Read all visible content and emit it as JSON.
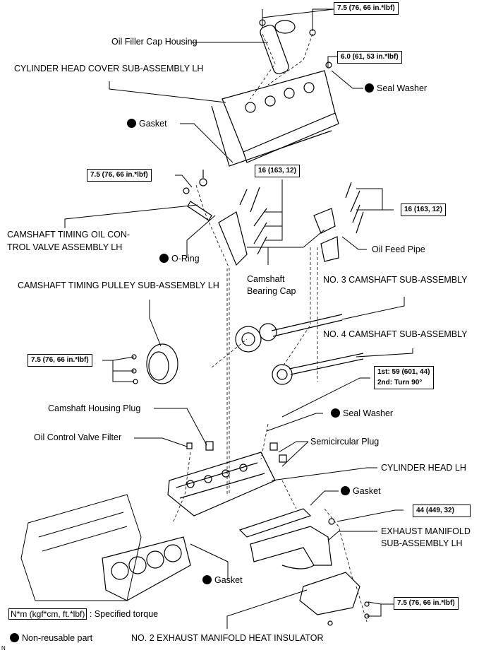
{
  "diagram": {
    "title": "Cylinder Head LH exploded view",
    "labels": {
      "oil_filler_cap_housing": "Oil Filler Cap Housing",
      "cylinder_head_cover": "CYLINDER HEAD COVER SUB-ASSEMBLY LH",
      "gasket_cover": "Gasket",
      "seal_washer_top": "Seal Washer",
      "ocv_assembly": "CAMSHAFT TIMING OIL CON-TROL VALVE ASSEMBLY LH",
      "ocv_assembly_line1": "CAMSHAFT TIMING OIL CON-",
      "ocv_assembly_line2": "TROL VALVE ASSEMBLY LH",
      "o_ring": "O-Ring",
      "camshaft_bearing_cap_line1": "Camshaft",
      "camshaft_bearing_cap_line2": "Bearing Cap",
      "oil_feed_pipe": "Oil Feed Pipe",
      "timing_pulley": "CAMSHAFT TIMING PULLEY SUB-ASSEMBLY LH",
      "no3_camshaft": "NO. 3 CAMSHAFT SUB-ASSEMBLY",
      "no4_camshaft": "NO. 4 CAMSHAFT SUB-ASSEMBLY",
      "camshaft_housing_plug": "Camshaft Housing Plug",
      "seal_washer_mid": "Seal Washer",
      "oil_control_valve_filter": "Oil Control Valve Filter",
      "semicircular_plug": "Semicircular Plug",
      "cylinder_head": "CYLINDER HEAD LH",
      "gasket_exhaust": "Gasket",
      "exhaust_manifold_line1": "EXHAUST MANIFOLD",
      "exhaust_manifold_line2": "SUB-ASSEMBLY LH",
      "gasket_head": "Gasket",
      "heat_insulator": "NO. 2 EXHAUST MANIFOLD HEAT INSULATOR"
    },
    "torques": {
      "filler_cap_nuts": "7.5 (76, 66 in.*lbf)",
      "cover_bolt": "6.0 (61, 53 in.*lbf)",
      "ocv_bolt": "7.5 (76, 66 in.*lbf)",
      "bearing_cap_front": "16 (163, 12)",
      "bearing_cap_rear": "16 (163, 12)",
      "pulley_bolts": "7.5 (76, 66 in.*lbf)",
      "head_bolt_1st": "1st: 59 (601, 44)",
      "head_bolt_2nd": "2nd: Turn 90°",
      "exhaust_nut": "44 (449, 32)",
      "insulator_bolts": "7.5 (76, 66 in.*lbf)"
    },
    "legend": {
      "torque_unit": "N*m (kgf*cm, ft.*lbf)",
      "torque_desc": ": Specified torque",
      "nonreusable": "Non-reusable part"
    },
    "corner_mark": "N"
  }
}
